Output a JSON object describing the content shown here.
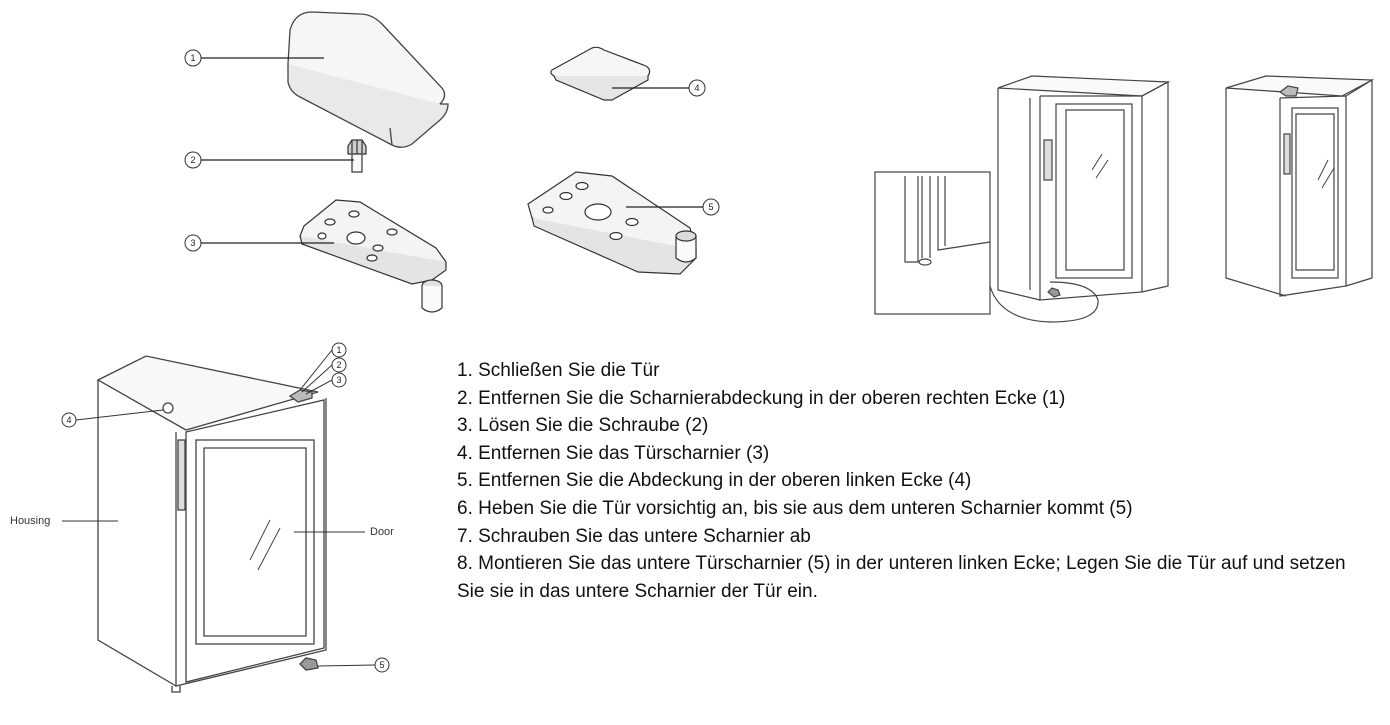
{
  "parts": {
    "part1": "1",
    "part2": "2",
    "part3": "3",
    "part4": "4",
    "part5": "5"
  },
  "diagram": {
    "c1": "1",
    "c2": "2",
    "c3": "3",
    "c4": "4",
    "c5": "5",
    "housing_label": "Housing",
    "door_label": "Door"
  },
  "instructions": [
    "1. Schließen Sie die Tür",
    "2. Entfernen Sie die Scharnierabdeckung in der oberen rechten Ecke (1)",
    "3. Lösen Sie die Schraube (2)",
    "4. Entfernen Sie das Türscharnier (3)",
    "5. Entfernen Sie die Abdeckung in der oberen linken Ecke (4)",
    "6. Heben Sie die Tür vorsichtig an, bis sie aus dem unteren Scharnier kommt (5)",
    "7. Schrauben Sie das untere Scharnier ab",
    "8. Montieren Sie das untere Türscharnier (5) in der unteren linken Ecke; Legen Sie die Tür auf und setzen Sie sie in das untere Scharnier der Tür ein."
  ]
}
